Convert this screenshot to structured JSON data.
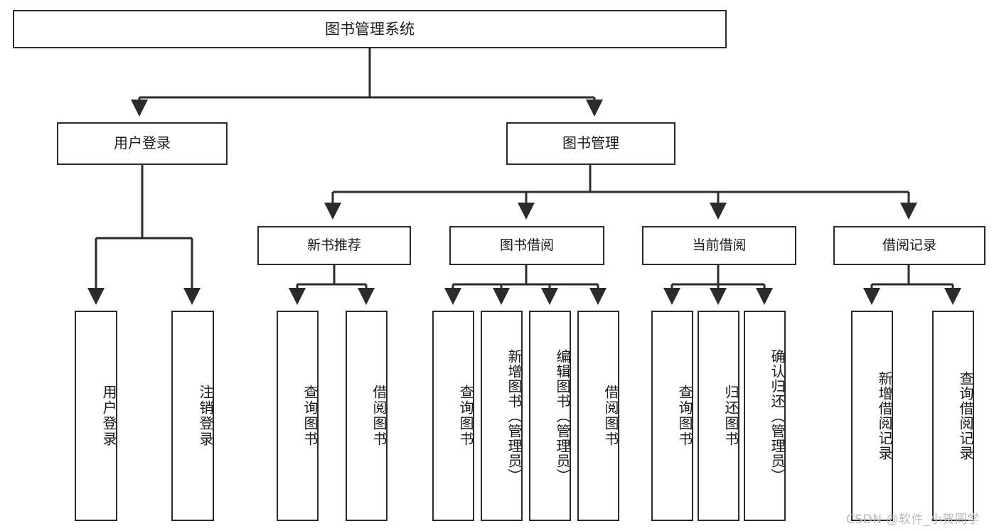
{
  "diagram": {
    "title": "图书管理系统",
    "type": "tree-hierarchy-diagram",
    "root": {
      "label": "图书管理系统"
    },
    "level1": [
      {
        "label": "用户登录"
      },
      {
        "label": "图书管理"
      }
    ],
    "level2": [
      {
        "label": "新书推荐"
      },
      {
        "label": "图书借阅"
      },
      {
        "label": "当前借阅"
      },
      {
        "label": "借阅记录"
      }
    ],
    "leaves": {
      "user_login": [
        {
          "label": "用户登录"
        },
        {
          "label": "注销登录"
        }
      ],
      "new_book_recommend": [
        {
          "label": "查询图书"
        },
        {
          "label": "借阅图书"
        }
      ],
      "book_borrow": [
        {
          "label": "查询图书"
        },
        {
          "label": "新增图书（管理员）"
        },
        {
          "label": "编辑图书（管理员）"
        },
        {
          "label": "借阅图书"
        }
      ],
      "current_borrow": [
        {
          "label": "查询图书"
        },
        {
          "label": "归还图书"
        },
        {
          "label": "确认归还（管理员）"
        }
      ],
      "borrow_record": [
        {
          "label": "新增借阅记录"
        },
        {
          "label": "查询借阅记录"
        }
      ]
    }
  },
  "watermark": {
    "text": "CSDN @软件_小贺同学"
  },
  "colors": {
    "stroke": "#2b2b2b",
    "fill": "#ffffff",
    "text": "#1a1a1a",
    "watermark": "#b9b9b9"
  }
}
